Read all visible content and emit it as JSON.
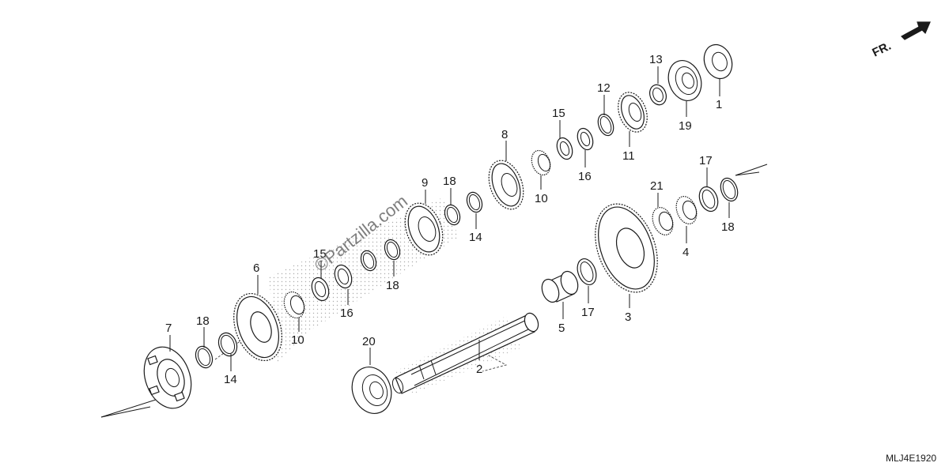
{
  "labels": [
    "1",
    "2",
    "3",
    "4",
    "5",
    "6",
    "7",
    "8",
    "9",
    "10",
    "11",
    "12",
    "13",
    "14",
    "15",
    "16",
    "17",
    "18",
    "19",
    "20",
    "21"
  ],
  "callouts": {
    "n1": "1",
    "n2": "2",
    "n3": "3",
    "n4": "4",
    "n5": "5",
    "n6": "6",
    "n7": "7",
    "n8": "8",
    "n9": "9",
    "n10": "10",
    "n11": "11",
    "n12": "12",
    "n13": "13",
    "n14": "14",
    "n15": "15",
    "n16": "16",
    "n17": "17",
    "n18": "18",
    "n19": "19",
    "n20": "20",
    "n21": "21"
  },
  "direction_label": "FR.",
  "watermark": "©Partzilla.com",
  "diagram_code": "MLJ4E1920",
  "colors": {
    "line": "#1a1a1a",
    "background": "#ffffff"
  }
}
